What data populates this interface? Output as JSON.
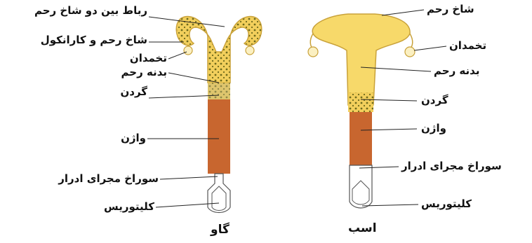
{
  "colors": {
    "tissue_yellow": "#f7d96a",
    "tissue_outline": "#c9a23a",
    "dot_olive": "#6e6a1c",
    "vagina_orange": "#c8662f",
    "vestibule_white": "#ffffff",
    "line": "#222222"
  },
  "cow": {
    "caption": "گاو",
    "labels": {
      "intercornual_ligament": "رباط بین دو شاخ رحم",
      "horn_and_caruncle": "شاخ رحم و کارانکول",
      "ovary": "تخمدان",
      "uterine_body": "بدنه رحم",
      "cervix": "گردن",
      "vagina": "واژن",
      "urethral_opening": "سوراخ مجرای ادرار",
      "clitoris": "کلیتوریس"
    }
  },
  "horse": {
    "caption": "اسب",
    "labels": {
      "uterine_horn": "شاخ رحم",
      "ovary": "تخمدان",
      "uterine_body": "بدنه رحم",
      "cervix": "گردن",
      "vagina": "واژن",
      "urethral_opening": "سوراخ مجرای ادرار",
      "clitoris": "کلیتوریس"
    }
  }
}
